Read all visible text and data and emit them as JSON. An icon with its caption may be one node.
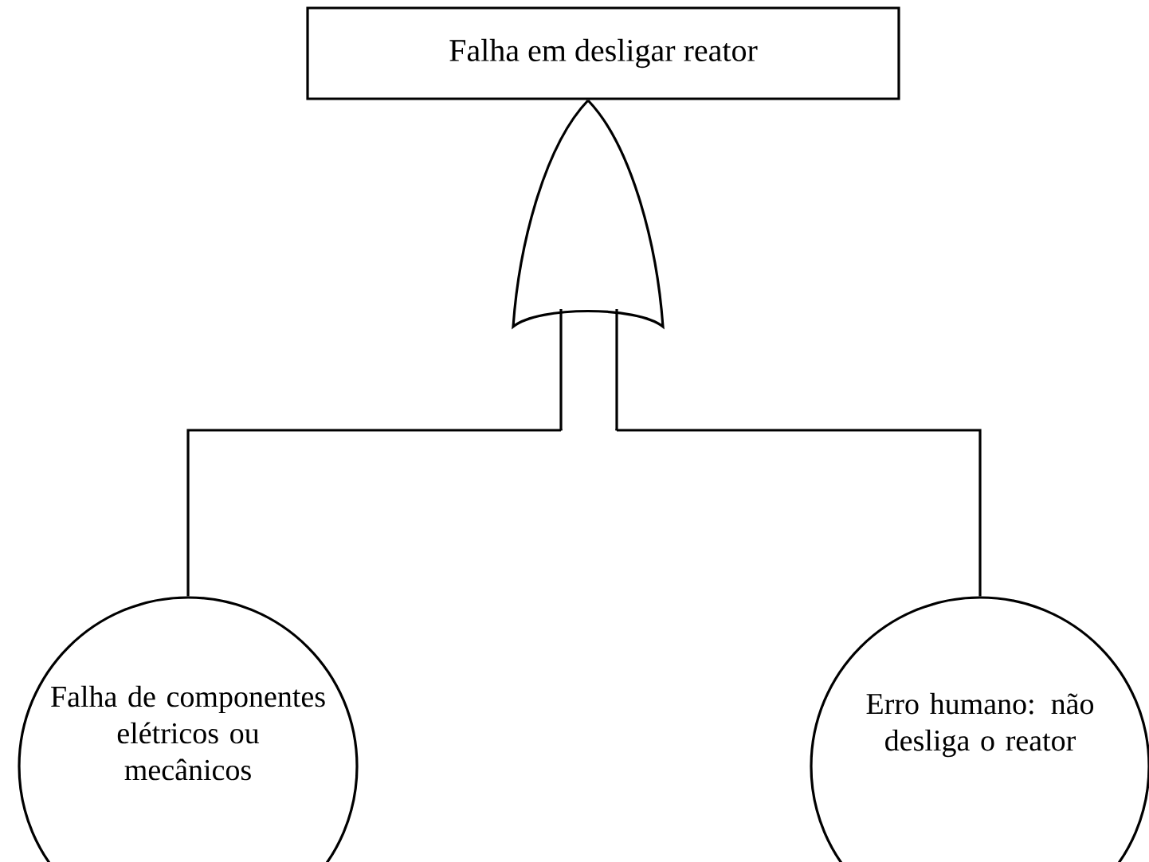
{
  "diagram": {
    "nodes": [
      {
        "text": [
          "Falha em desligar reator"
        ]
      },
      {
        "text": [],
        "shape": "gate"
      },
      {
        "text": [
          "Falha de componentes elétricos ou mecânicos"
        ]
      },
      {
        "text": [
          "Erro humano: não desliga o reator"
        ]
      }
    ],
    "edges": [
      {
        "from": 2,
        "to": 1,
        "arrow": "none"
      },
      {
        "from": 3,
        "to": 1,
        "arrow": "none"
      }
    ]
  }
}
